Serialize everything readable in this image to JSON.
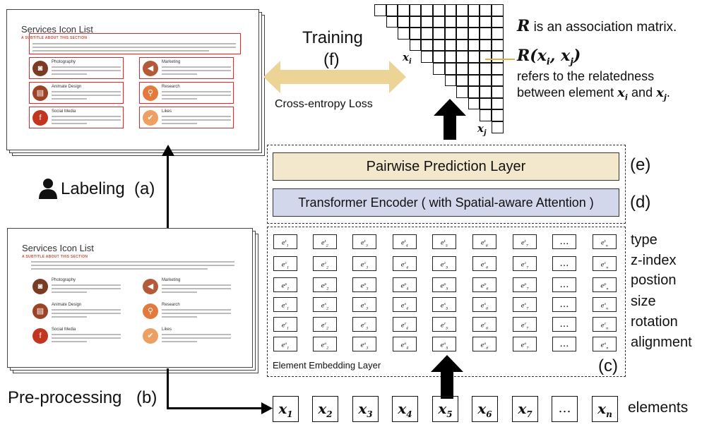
{
  "top_doc": {
    "title": "Services Icon List",
    "subtitle": "A SUBTITLE ABOUT THIS SECTION",
    "services": [
      {
        "name": "Photography",
        "icon": "camera-icon",
        "glyph": "◙",
        "color": "#7b3a22"
      },
      {
        "name": "Marketing",
        "icon": "megaphone-icon",
        "glyph": "◀",
        "color": "#b45a38"
      },
      {
        "name": "Animate Design",
        "icon": "film-icon",
        "glyph": "▤",
        "color": "#9c4225"
      },
      {
        "name": "Research",
        "icon": "magnifier-icon",
        "glyph": "⚲",
        "color": "#e27a3e"
      },
      {
        "name": "Social Media",
        "icon": "social-icon",
        "glyph": "f",
        "color": "#c2361f"
      },
      {
        "name": "Likes",
        "icon": "thumbs-up-icon",
        "glyph": "✔",
        "color": "#eda062"
      }
    ]
  },
  "bottom_doc": {
    "title": "Services Icon List",
    "subtitle": "A SUBTITLE ABOUT THIS SECTION"
  },
  "labels": {
    "labeling": "Labeling",
    "labeling_tag": "(a)",
    "preprocessing": "Pre-processing",
    "preprocessing_tag": "(b)",
    "training": "Training",
    "training_tag": "(f)",
    "loss": "Cross-entropy Loss",
    "pairwise": "Pairwise Prediction Layer",
    "pairwise_tag": "(e)",
    "transformer": "Transformer Encoder ( with Spatial-aware Attention )",
    "transformer_tag": "(d)",
    "embedding": "Element Embedding Layer",
    "embedding_tag": "(c)",
    "elements_word": "elements"
  },
  "matrix": {
    "line1_symbol": "R",
    "line1_text": "is an association matrix.",
    "line2_symbol": "R(x",
    "line3": "refers to the relatedness",
    "line4": "between element",
    "line4_and": "and",
    "row_label": "x",
    "col_label": "x"
  },
  "features": [
    "type",
    "z-index",
    "postion",
    "size",
    "rotation",
    "alignment"
  ],
  "feature_superscripts": [
    "t",
    "z",
    "p",
    "s",
    "r",
    "a"
  ],
  "elements": [
    "1",
    "2",
    "3",
    "4",
    "5",
    "6",
    "7",
    "…",
    "n"
  ],
  "colors": {
    "pairwise_fill": "#f4e8cc",
    "transformer_fill": "#d3d7ec",
    "training_arrow": "#ecd396",
    "matrix_pointer": "#e0b040"
  }
}
